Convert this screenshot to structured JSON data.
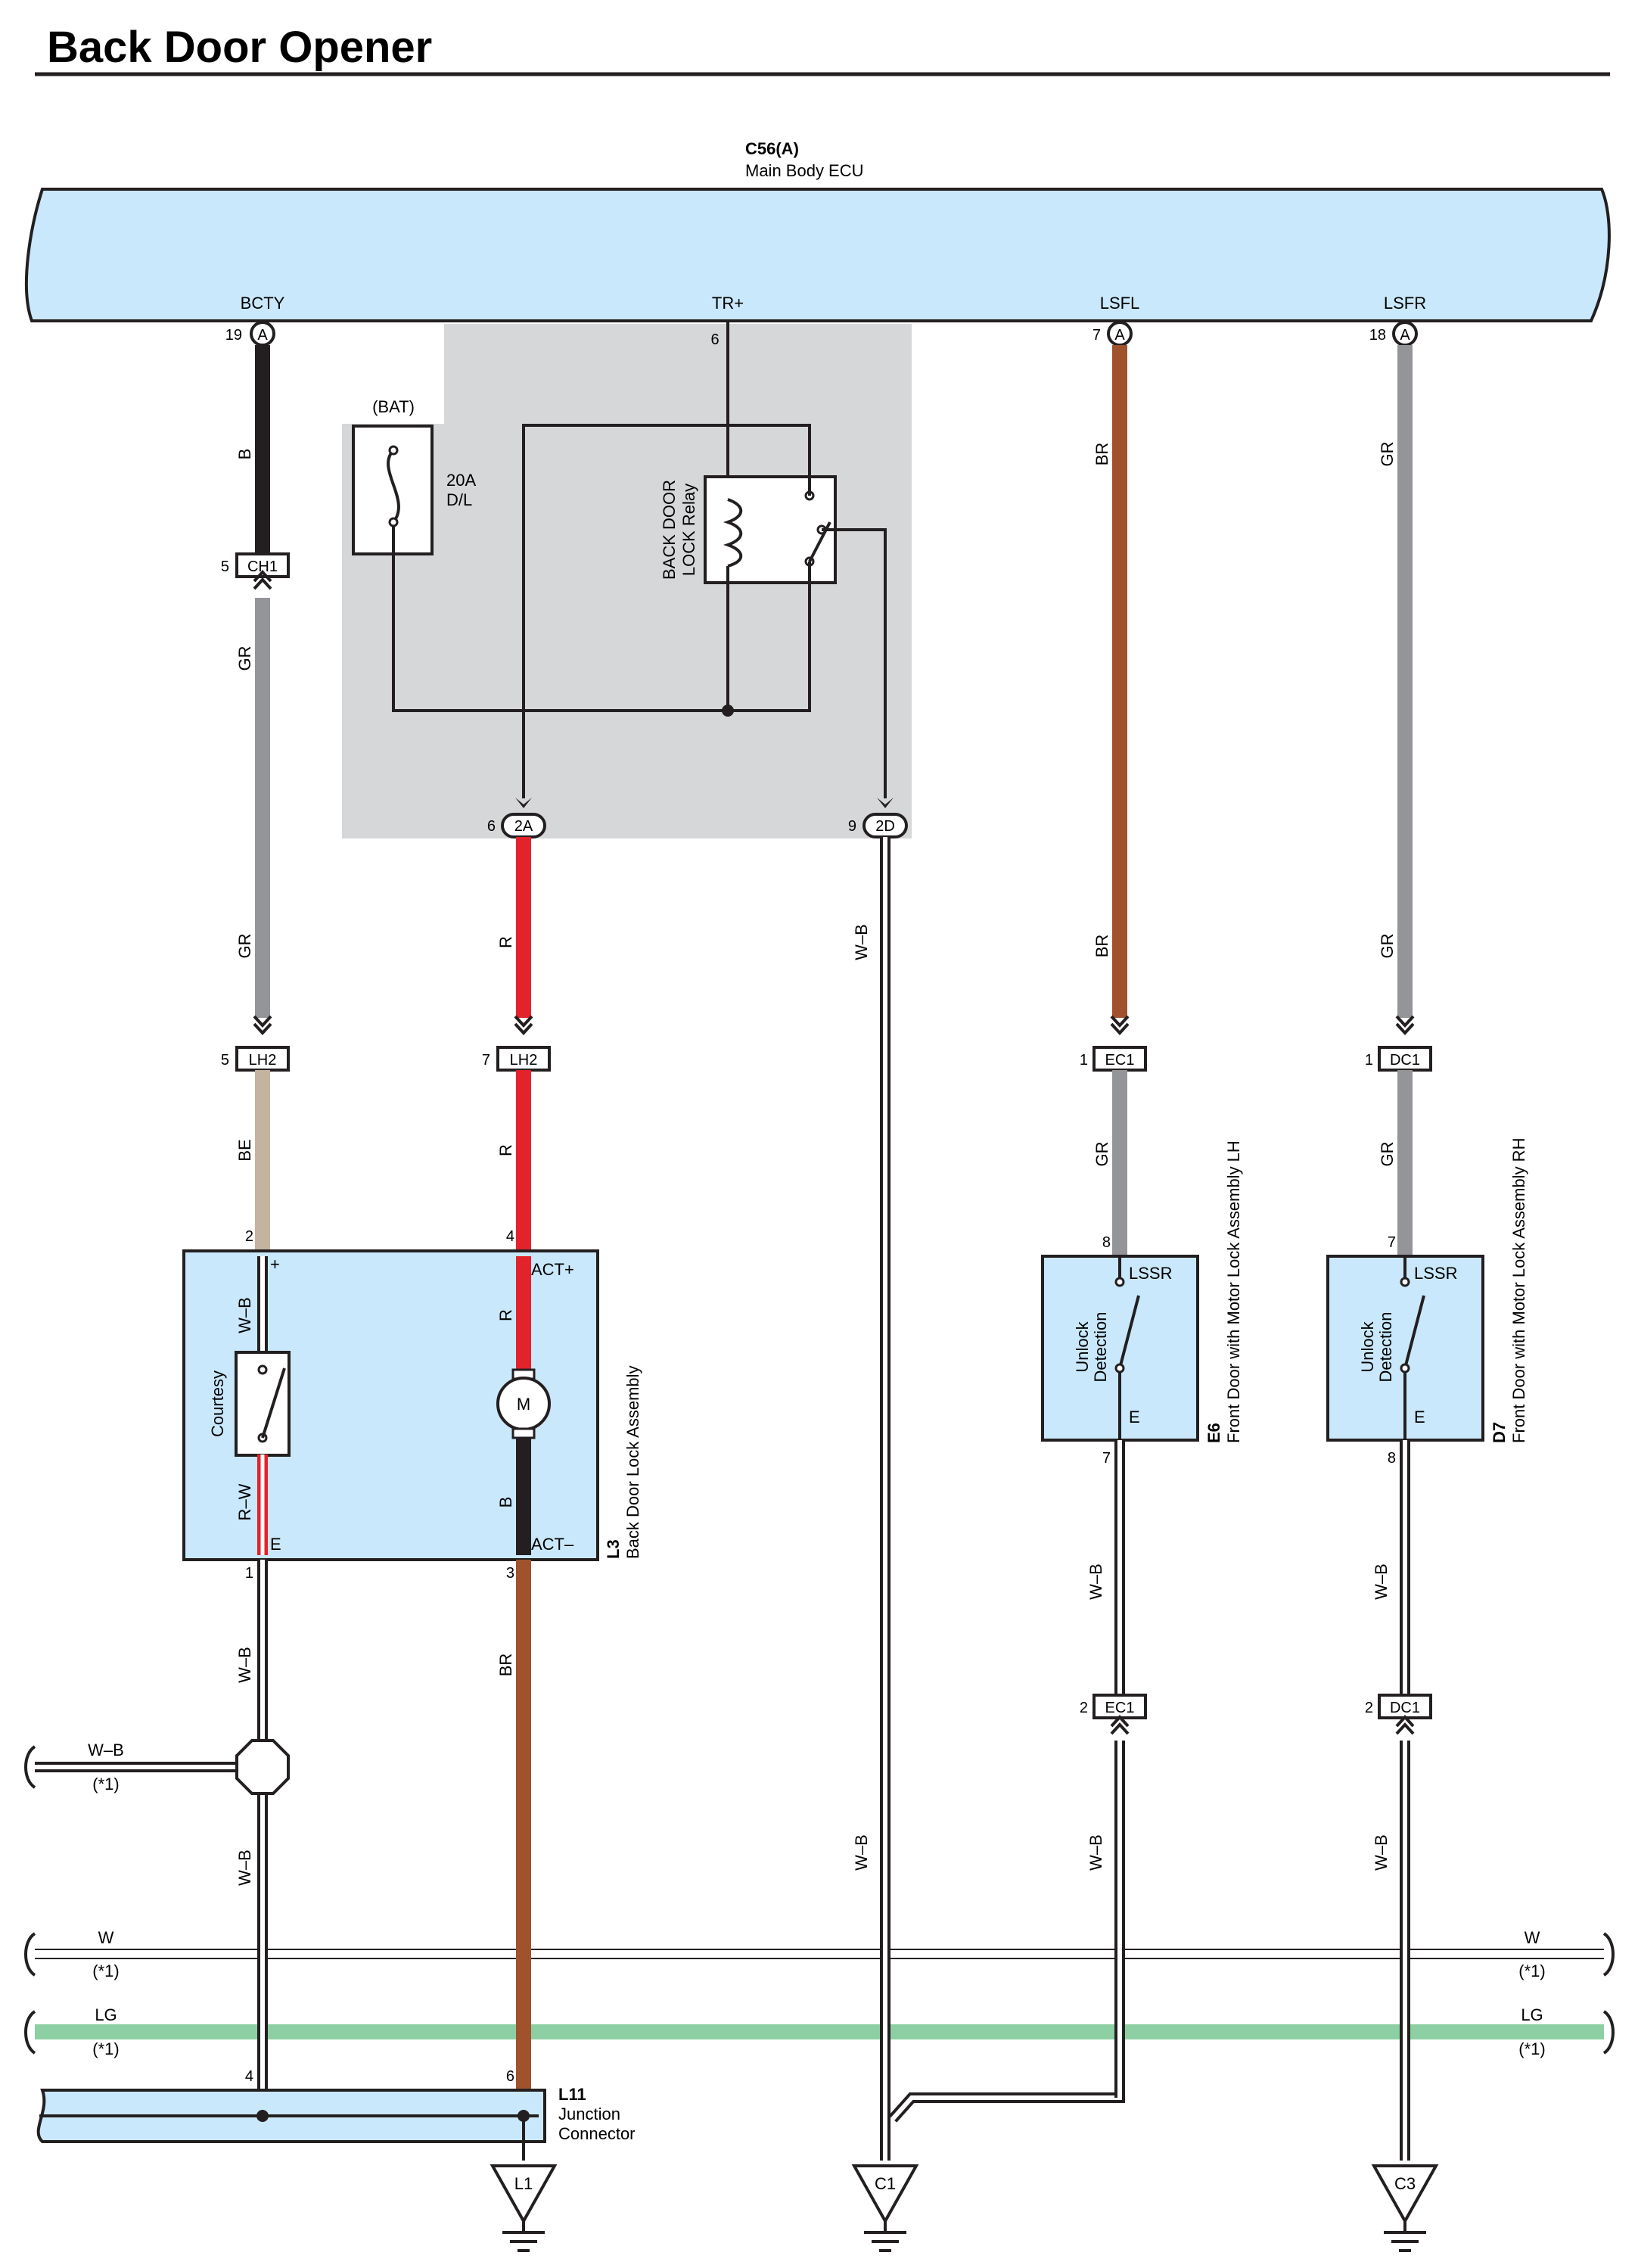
{
  "title": "Back Door Opener",
  "ecu": {
    "code": "C56(A)",
    "name": "Main Body ECU"
  },
  "ecu_terminals": {
    "bcty": {
      "label": "BCTY",
      "pin": "19",
      "conn": "A"
    },
    "tr": {
      "label": "TR+",
      "pin": "6"
    },
    "lsfl": {
      "label": "LSFL",
      "pin": "7",
      "conn": "A"
    },
    "lsfr": {
      "label": "LSFR",
      "pin": "18",
      "conn": "A"
    }
  },
  "junction_block": {
    "bat_label": "(BAT)",
    "fuse_label_1": "20A",
    "fuse_label_2": "D/L",
    "relay_label_1": "BACK DOOR",
    "relay_label_2": "LOCK Relay",
    "conn_2a": {
      "pin": "6",
      "code": "2A"
    },
    "conn_2d": {
      "pin": "9",
      "code": "2D"
    }
  },
  "wire_colors": {
    "B": "B",
    "GR": "GR",
    "R": "R",
    "BR": "BR",
    "BE": "BE",
    "WB": "W–B",
    "RW": "R–W",
    "W": "W",
    "LG": "LG"
  },
  "connectors": {
    "ch1": {
      "pin": "5",
      "code": "CH1"
    },
    "lh2_a": {
      "pin": "5",
      "code": "LH2"
    },
    "lh2_b": {
      "pin": "7",
      "code": "LH2"
    },
    "ec1_top": {
      "pin": "1",
      "code": "EC1"
    },
    "dc1_top": {
      "pin": "1",
      "code": "DC1"
    },
    "ec1_bot": {
      "pin": "2",
      "code": "EC1"
    },
    "dc1_bot": {
      "pin": "2",
      "code": "DC1"
    }
  },
  "l3": {
    "code": "L3",
    "name": "Back Door Lock Assembly",
    "pin_plus": "2",
    "pin_act_plus": "4",
    "pin_e": "1",
    "pin_act_minus": "3",
    "term_plus": "+",
    "term_act_plus": "ACT+",
    "term_e": "E",
    "term_act_minus": "ACT–",
    "switch_label": "Courtesy",
    "motor_label": "M"
  },
  "e6": {
    "code": "E6",
    "name": "Front Door with Motor Lock Assembly LH",
    "pin_top": "8",
    "pin_bot": "7",
    "term_top": "LSSR",
    "term_bot": "E",
    "switch_label_1": "Unlock",
    "switch_label_2": "Detection"
  },
  "d7": {
    "code": "D7",
    "name": "Front Door with Motor Lock Assembly RH",
    "pin_top": "7",
    "pin_bot": "8",
    "term_top": "LSSR",
    "term_bot": "E",
    "switch_label_1": "Unlock",
    "switch_label_2": "Detection"
  },
  "side_notes": {
    "star": "(*1)"
  },
  "l11": {
    "code": "L11",
    "name_1": "Junction",
    "name_2": "Connector",
    "pin_left": "4",
    "pin_right": "6"
  },
  "grounds": {
    "l1": "L1",
    "c1": "C1",
    "c3": "C3"
  },
  "colors": {
    "ecu_fill": "#c9e8fb",
    "block_gray": "#d6d7d8",
    "black_wire": "#231f20",
    "gray_wire": "#939598",
    "red_wire": "#e3232b",
    "brown_wire": "#a0522d",
    "beige_wire": "#c4b39f",
    "green_wire": "#8ccfa3"
  }
}
